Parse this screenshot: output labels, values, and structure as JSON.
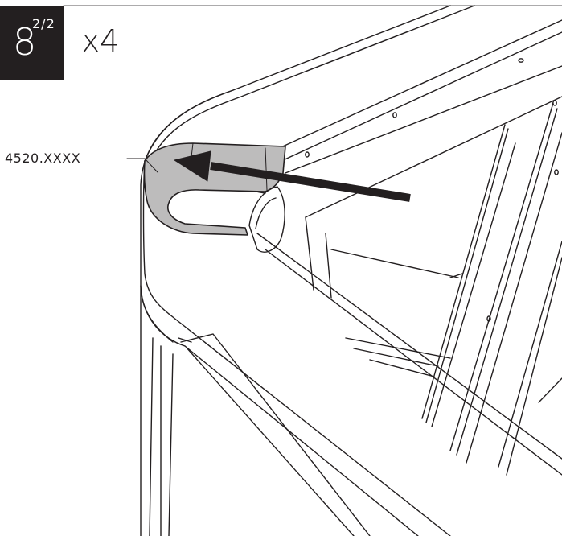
{
  "step": {
    "number": "8",
    "sub": "2/2"
  },
  "quantity": "x4",
  "part_label": "4520.XXXX",
  "colors": {
    "ink": "#231f20",
    "part_fill": "#bdbcbc",
    "paper": "#ffffff"
  },
  "icons": {
    "arrow": "arrow-left-icon"
  }
}
